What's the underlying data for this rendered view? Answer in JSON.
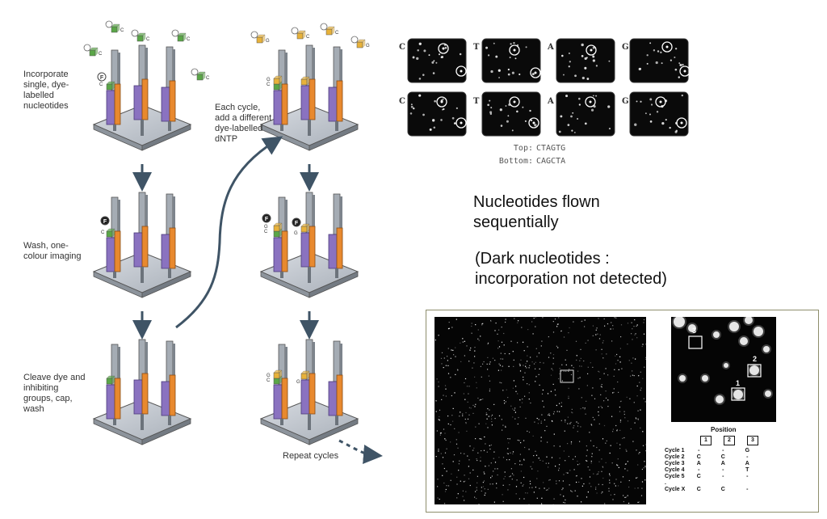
{
  "steps": {
    "incorporate": "Incorporate single, dye-labelled nucleotides",
    "wash": "Wash, one-colour imaging",
    "cleave": "Cleave dye and inhibiting groups, cap, wash",
    "each_cycle": "Each cycle, add a different dye-labelled dNTP",
    "repeat": "Repeat cycles"
  },
  "nucleotide_letters": {
    "c": "C",
    "g": "G",
    "f": "F"
  },
  "imaging": {
    "top_row": [
      "C",
      "T",
      "A",
      "G"
    ],
    "bottom_row": [
      "C",
      "T",
      "A",
      "G"
    ],
    "top_label": "Top:",
    "top_seq": "CTAGTG",
    "bottom_label": "Bottom:",
    "bottom_seq": "CAGCTA"
  },
  "notes": {
    "line1": "Nucleotides flown",
    "line2": "sequentially",
    "line3": "(Dark nucleotides :",
    "line4": "incorporation not detected)"
  },
  "zoom_labels": [
    "3",
    "2",
    "1"
  ],
  "position_table": {
    "title": "Position",
    "columns": [
      "1",
      "2",
      "3"
    ],
    "rows": [
      {
        "label": "Cycle 1",
        "cells": [
          "-",
          "-",
          "G"
        ]
      },
      {
        "label": "Cycle 2",
        "cells": [
          "C",
          "C",
          "-"
        ]
      },
      {
        "label": "Cycle 3",
        "cells": [
          "A",
          "A",
          "A"
        ]
      },
      {
        "label": "Cycle 4",
        "cells": [
          "-",
          "-",
          "T"
        ]
      },
      {
        "label": "Cycle 5",
        "cells": [
          "C",
          "-",
          "-"
        ]
      },
      {
        "label": ".",
        "cells": [
          "",
          "",
          ""
        ]
      },
      {
        "label": "Cycle X",
        "cells": [
          "C",
          "C",
          "-"
        ]
      }
    ]
  },
  "colors": {
    "purple": "#8a72c0",
    "orange": "#e8892e",
    "green": "#5aa647",
    "yellow": "#e8b23a",
    "arrow": "#3f5466",
    "panel_border": "#8e8e6c"
  }
}
